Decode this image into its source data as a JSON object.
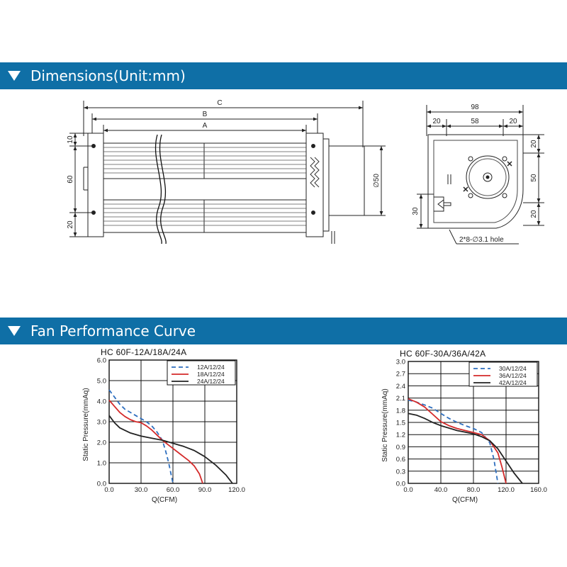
{
  "sections": {
    "dimensions": {
      "title": "Dimensions(Unit:mm)"
    },
    "performance": {
      "title": "Fan Performance Curve"
    }
  },
  "drawing": {
    "side_view": {
      "labels": {
        "c": "C",
        "b": "B",
        "a": "A",
        "dia": "∅50",
        "h10": "10",
        "h60": "60",
        "h20": "20"
      }
    },
    "end_view": {
      "labels": {
        "w98": "98",
        "w20a": "20",
        "w58": "58",
        "w20b": "20",
        "r20a": "20",
        "r50": "50",
        "r20b": "20",
        "l30": "30",
        "hole": "2*8-∅3.1 hole"
      }
    }
  },
  "chart_data": [
    {
      "type": "line",
      "title": "HC 60F-12A/18A/24A",
      "xlabel": "Q(CFM)",
      "ylabel": "Static Pressure(mmAq)",
      "xlim": [
        0,
        120
      ],
      "ylim": [
        0,
        6
      ],
      "xticks": [
        "0.0",
        "30.0",
        "60.0",
        "90.0",
        "120.0"
      ],
      "yticks": [
        "0.0",
        "1.0",
        "2.0",
        "3.0",
        "4.0",
        "5.0",
        "6.0"
      ],
      "xtick_values": [
        0,
        30,
        60,
        90,
        120
      ],
      "ytick_values": [
        0,
        1,
        2,
        3,
        4,
        5,
        6
      ],
      "grid": true,
      "legend": "top-right",
      "series": [
        {
          "name": "12A/12/24",
          "color": "#2e6fbf",
          "dash": true,
          "points": [
            [
              0,
              4.55
            ],
            [
              5,
              4.2
            ],
            [
              10,
              3.85
            ],
            [
              15,
              3.6
            ],
            [
              20,
              3.45
            ],
            [
              25,
              3.3
            ],
            [
              30,
              3.15
            ],
            [
              35,
              3.0
            ],
            [
              40,
              2.8
            ],
            [
              45,
              2.5
            ],
            [
              50,
              2.1
            ],
            [
              53,
              1.6
            ],
            [
              56,
              1.0
            ],
            [
              58,
              0.5
            ],
            [
              60,
              0.0
            ]
          ]
        },
        {
          "name": "18A/12/24",
          "color": "#d42a2a",
          "dash": false,
          "points": [
            [
              0,
              4.05
            ],
            [
              5,
              3.75
            ],
            [
              10,
              3.45
            ],
            [
              15,
              3.25
            ],
            [
              20,
              3.1
            ],
            [
              25,
              3.0
            ],
            [
              30,
              2.95
            ],
            [
              35,
              2.8
            ],
            [
              40,
              2.6
            ],
            [
              45,
              2.35
            ],
            [
              50,
              2.1
            ],
            [
              55,
              1.9
            ],
            [
              60,
              1.7
            ],
            [
              65,
              1.5
            ],
            [
              70,
              1.3
            ],
            [
              75,
              1.1
            ],
            [
              80,
              0.85
            ],
            [
              85,
              0.45
            ],
            [
              88,
              0.0
            ]
          ]
        },
        {
          "name": "24A/12/24",
          "color": "#222222",
          "dash": false,
          "points": [
            [
              0,
              3.3
            ],
            [
              5,
              2.95
            ],
            [
              10,
              2.7
            ],
            [
              20,
              2.45
            ],
            [
              30,
              2.3
            ],
            [
              40,
              2.2
            ],
            [
              50,
              2.1
            ],
            [
              60,
              1.95
            ],
            [
              70,
              1.8
            ],
            [
              80,
              1.6
            ],
            [
              90,
              1.3
            ],
            [
              100,
              0.9
            ],
            [
              110,
              0.4
            ],
            [
              116,
              0.0
            ]
          ]
        }
      ]
    },
    {
      "type": "line",
      "title": "HC 60F-30A/36A/42A",
      "xlabel": "Q(CFM)",
      "ylabel": "Static Pressure(mmAq)",
      "xlim": [
        0,
        160
      ],
      "ylim": [
        0,
        3
      ],
      "xticks": [
        "0.0",
        "40.0",
        "80.0",
        "120.0",
        "160.0"
      ],
      "yticks": [
        "0.0",
        "0.3",
        "0.6",
        "0.9",
        "1.2",
        "1.5",
        "1.8",
        "2.1",
        "2.4",
        "2.7",
        "3.0"
      ],
      "xtick_values": [
        0,
        40,
        80,
        120,
        160
      ],
      "ytick_values": [
        0,
        0.3,
        0.6,
        0.9,
        1.2,
        1.5,
        1.8,
        2.1,
        2.4,
        2.7,
        3.0
      ],
      "grid": true,
      "legend": "top-right",
      "series": [
        {
          "name": "30A/12/24",
          "color": "#2e6fbf",
          "dash": true,
          "points": [
            [
              0,
              2.05
            ],
            [
              10,
              2.0
            ],
            [
              20,
              1.93
            ],
            [
              30,
              1.85
            ],
            [
              40,
              1.72
            ],
            [
              50,
              1.6
            ],
            [
              60,
              1.5
            ],
            [
              70,
              1.42
            ],
            [
              80,
              1.35
            ],
            [
              90,
              1.25
            ],
            [
              100,
              1.0
            ],
            [
              105,
              0.6
            ],
            [
              110,
              0.0
            ]
          ]
        },
        {
          "name": "36A/12/24",
          "color": "#d42a2a",
          "dash": false,
          "points": [
            [
              0,
              2.08
            ],
            [
              10,
              2.0
            ],
            [
              20,
              1.88
            ],
            [
              30,
              1.7
            ],
            [
              40,
              1.52
            ],
            [
              50,
              1.42
            ],
            [
              60,
              1.35
            ],
            [
              70,
              1.3
            ],
            [
              80,
              1.25
            ],
            [
              90,
              1.2
            ],
            [
              100,
              1.05
            ],
            [
              110,
              0.75
            ],
            [
              115,
              0.4
            ],
            [
              120,
              0.0
            ]
          ]
        },
        {
          "name": "42A/12/24",
          "color": "#222222",
          "dash": false,
          "points": [
            [
              0,
              1.72
            ],
            [
              10,
              1.68
            ],
            [
              20,
              1.6
            ],
            [
              30,
              1.5
            ],
            [
              40,
              1.42
            ],
            [
              50,
              1.36
            ],
            [
              60,
              1.3
            ],
            [
              70,
              1.26
            ],
            [
              80,
              1.22
            ],
            [
              90,
              1.15
            ],
            [
              100,
              1.05
            ],
            [
              110,
              0.85
            ],
            [
              120,
              0.55
            ],
            [
              130,
              0.25
            ],
            [
              140,
              0.0
            ]
          ]
        }
      ]
    }
  ]
}
